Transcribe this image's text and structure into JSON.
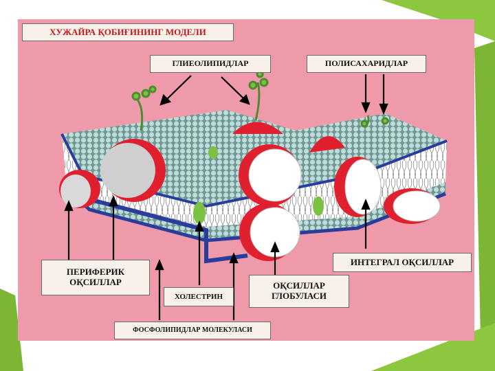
{
  "title": "ХУЖАЙРА ҚОБИҒИНИНГ МОДЕЛИ",
  "labels": {
    "glycolipids": "ГЛИЕОЛИПИДЛАР",
    "polysaccharides": "ПОЛИСАХАРИДЛАР",
    "peripheral_proteins_line1": "ПЕРИФЕРИК",
    "peripheral_proteins_line2": "ОҚСИЛЛАР",
    "cholesterol": "ХОЛЕСТРИН",
    "protein_globules_line1": "ОҚСИЛЛАР",
    "protein_globules_line2": "ГЛОБУЛАСИ",
    "integral_proteins": "ИНТЕГРАЛ ОҚСИЛЛАР",
    "phospholipid_molecules": "ФОСФОЛИПИДЛАР МОЛЕКУЛАСИ"
  },
  "colors": {
    "panel_background": "#ef9aaa",
    "accent_green": "#8dc63f",
    "protein_red": "#e0202f",
    "lipid_head_teal": "#9fc6c4",
    "membrane_edge_blue": "#2a3c9c",
    "title_red": "#c0181e"
  }
}
